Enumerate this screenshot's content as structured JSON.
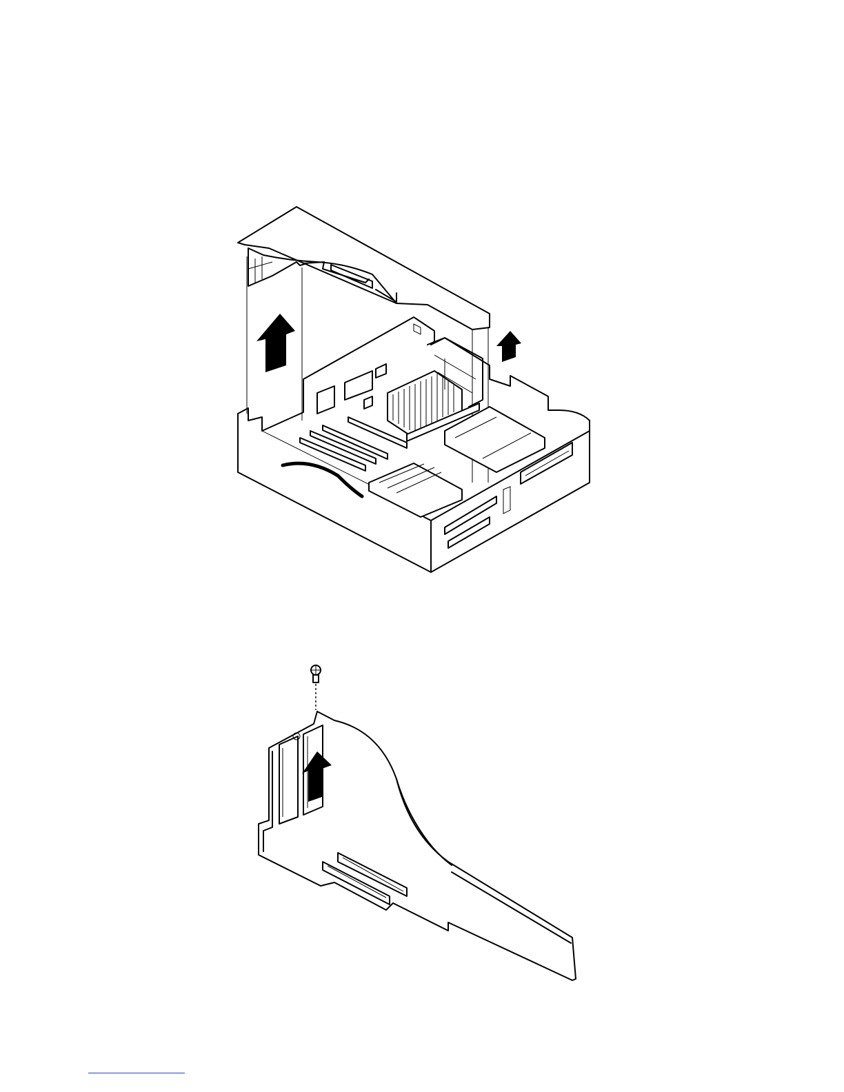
{
  "figures": [
    {
      "id": "top",
      "depicts": "computer-chassis-with-riser-card-lifted",
      "arrow_count": 2
    },
    {
      "id": "bottom",
      "depicts": "riser-card-with-adapter-bracket-and-screw",
      "arrow_count": 1
    }
  ],
  "colors": {
    "line": "#000000",
    "background": "#ffffff",
    "footer_rule": "#2a3fbf"
  }
}
